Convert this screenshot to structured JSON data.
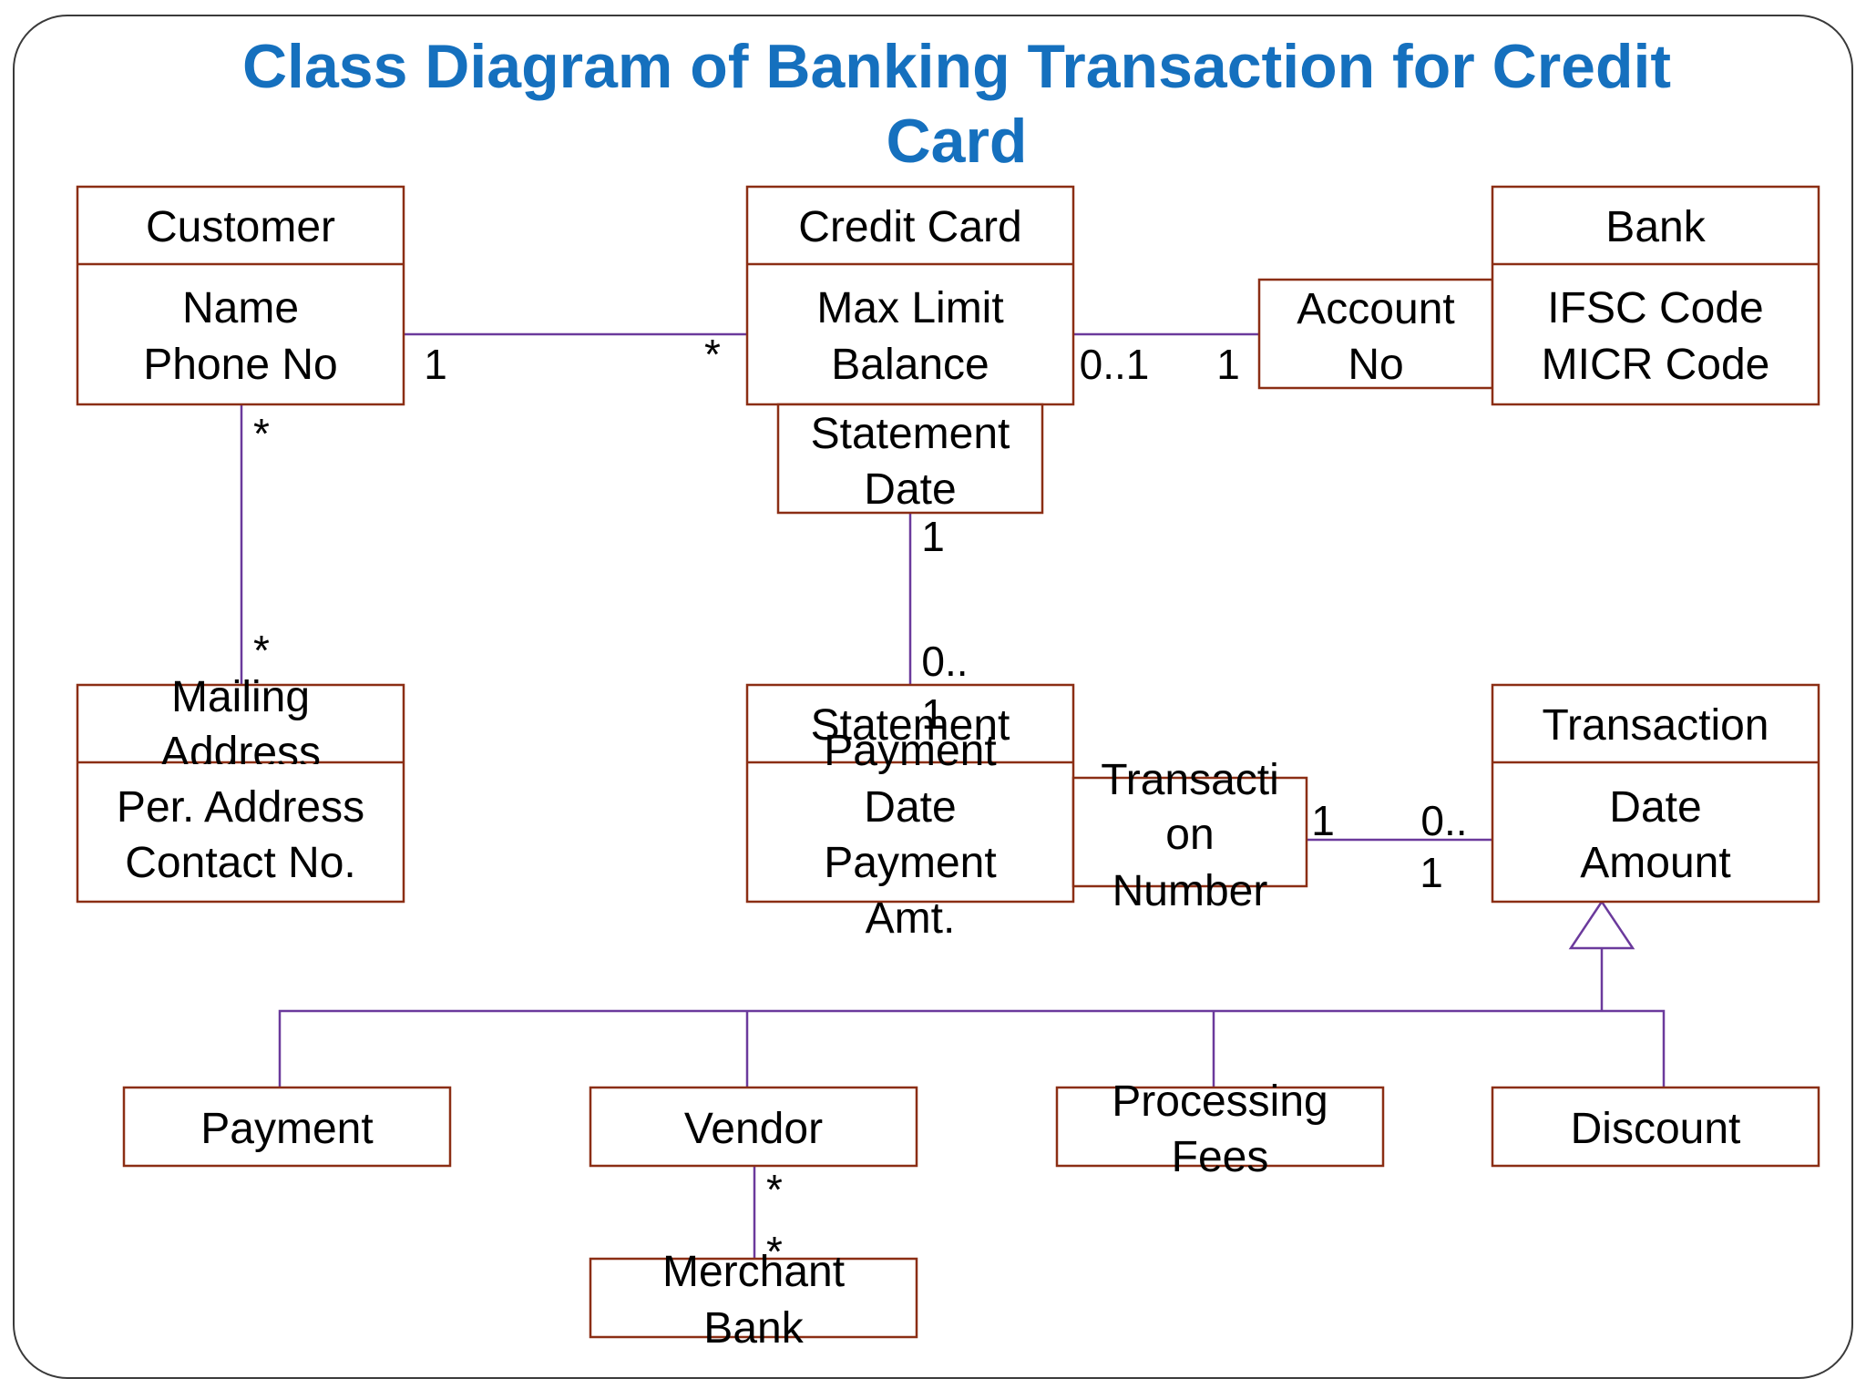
{
  "title": {
    "line1": "Class Diagram of Banking Transaction for Credit",
    "line2": "Card"
  },
  "colors": {
    "title": "#1570be",
    "box_border": "#8b2e14",
    "connector": "#6b3a9c"
  },
  "classes": {
    "customer": {
      "name": "Customer",
      "attr1": "Name",
      "attr2": "Phone No"
    },
    "credit_card": {
      "name": "Credit Card",
      "attr1": "Max Limit",
      "attr2": "Balance"
    },
    "bank": {
      "name": "Bank",
      "attr1": "IFSC Code",
      "attr2": "MICR Code"
    },
    "account_no": {
      "line1": "Account",
      "line2": "No"
    },
    "statement_date": {
      "line1": "Statement",
      "line2": "Date"
    },
    "mailing_address": {
      "name1": "Mailing",
      "name2": "Address",
      "attr1": "Per. Address",
      "attr2": "Contact No."
    },
    "statement": {
      "name": "Statement",
      "overlap": "Payment",
      "attr1": "Date",
      "attr2": "Payment",
      "attr3": "Amt."
    },
    "transaction_number": {
      "line1": "Transacti",
      "line2": "on",
      "line3": "Number"
    },
    "transaction": {
      "name": "Transaction",
      "attr1": "Date",
      "attr2": "Amount"
    },
    "payment": {
      "name": "Payment"
    },
    "vendor": {
      "name": "Vendor"
    },
    "processing_fees": {
      "line1": "Processing",
      "line2": "Fees"
    },
    "discount": {
      "name": "Discount"
    },
    "merchant_bank": {
      "line1": "Merchant",
      "line2": "Bank"
    }
  },
  "multiplicities": {
    "cust_cc_customer": "1",
    "cust_cc_card": "*",
    "cc_acct_card": "0..1",
    "cc_acct_account": "1",
    "cust_mail_top": "*",
    "cust_mail_bottom": "*",
    "sd_stmt_top": "1",
    "sd_stmt_bottom_1": "0..",
    "sd_stmt_bottom_2": "1",
    "tn_trans_left": "1",
    "tn_trans_right_1": "0..",
    "tn_trans_right_2": "1",
    "vendor_mb_top": "*",
    "vendor_mb_bottom": "*"
  }
}
